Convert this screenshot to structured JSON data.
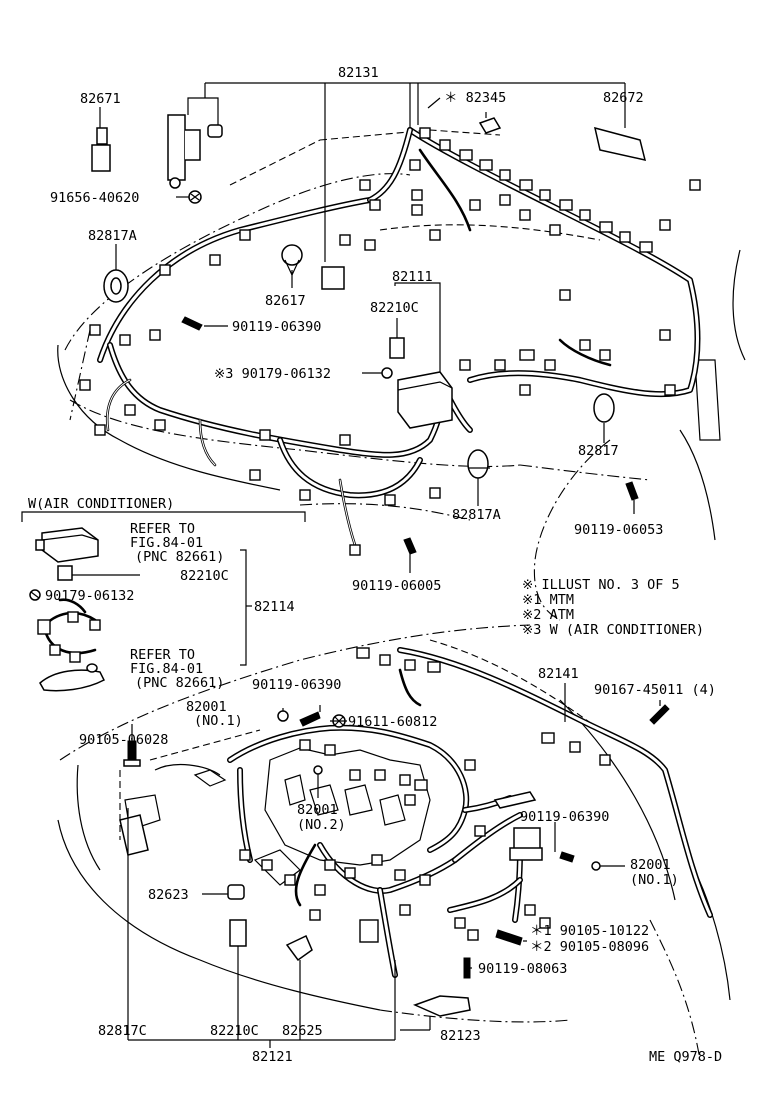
{
  "labels": {
    "p82131": "82131",
    "p82671": "82671",
    "p82345": "＊ 82345",
    "p82672": "82672",
    "p91656_40620": "91656-40620",
    "p82817A_top": "82817A",
    "p82617": "82617",
    "p82111": "82111",
    "p82210C_top": "82210C",
    "p90119_06390_top": "90119-06390",
    "p3_90179_06132": "※3 90179-06132",
    "p82817": "82817",
    "p82817A_mid": "82817A",
    "p90119_06053": "90119-06053",
    "p90119_06005": "90119-06005",
    "w_air_conditioner": "W(AIR CONDITIONER)",
    "refer_to_1": "REFER TO",
    "fig_1": "FIG.84-01",
    "pnc_1": "(PNC 82661)",
    "p82210C_w": "82210C",
    "p90179_06132_w": "90179-06132",
    "p82114": "82114",
    "refer_to_2": "REFER TO",
    "fig_2": "FIG.84-01",
    "pnc_2": "(PNC 82661)",
    "p82141": "82141",
    "p90119_06390_mid": "90119-06390",
    "p90167_45011": "90167-45011 (4)",
    "p82001_no1_a": "82001",
    "p82001_no1_a_sub": "(NO.1)",
    "p91611_60812": "91611-60812",
    "p90105_06028": "90105-06028",
    "p82001_no2": "82001",
    "p82001_no2_sub": "(NO.2)",
    "p90119_06390_bot": "90119-06390",
    "p82001_no1_b": "82001",
    "p82001_no1_b_sub": "(NO.1)",
    "p82623": "82623",
    "p1_90105_10122": "＊1 90105-10122",
    "p2_90105_08096": "＊2 90105-08096",
    "p90119_08063": "90119-08063",
    "p82817C": "82817C",
    "p82210C_bot": "82210C",
    "p82625": "82625",
    "p82123": "82123",
    "p82121": "82121",
    "code": "ME Q978-D"
  },
  "notes": {
    "line1": "※ ILLUST NO. 3 OF 5",
    "line2": "※1 MTM",
    "line3": "※2 ATM",
    "line4": "※3 W (AIR CONDITIONER)"
  }
}
